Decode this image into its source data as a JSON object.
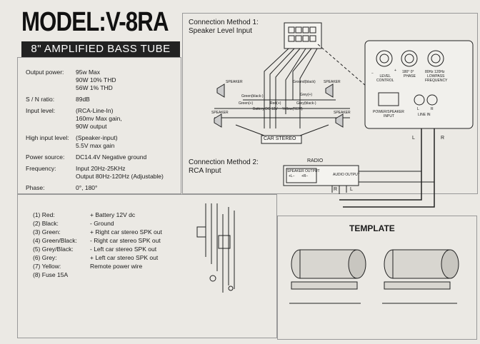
{
  "header": {
    "model": "MODEL:V-8RA",
    "banner": "8\" AMPLIFIED BASS TUBE"
  },
  "specs": [
    {
      "label": "Output power:",
      "values": [
        "95w Max",
        "90W 10% THD",
        "56W 1% THD"
      ]
    },
    {
      "label": "S / N ratio:",
      "values": [
        "89dB"
      ]
    },
    {
      "label": "Input level:",
      "values": [
        "(RCA-Line-In)",
        "160mv Max gain,",
        "90W output"
      ]
    },
    {
      "label": "High input level:",
      "values": [
        "(Speaker-input)",
        "5.5V max gain"
      ]
    },
    {
      "label": "Power source:",
      "values": [
        "DC14.4V Negative ground"
      ]
    },
    {
      "label": "Frequency:",
      "values": [
        "Input 20Hz-25KHz",
        "Output 80Hz-120Hz (Adjustable)"
      ]
    },
    {
      "label": "Phase:",
      "values": [
        "0°, 180°"
      ]
    }
  ],
  "method1": {
    "title": "Connection Method 1:",
    "subtitle": "Speaker Level Input",
    "car_stereo": "CAR STEREO",
    "speaker": "SPEAKER",
    "ground": "Ground(black)",
    "grey_plus": "Grey(+)",
    "green_black": "Green(black-)",
    "red": "Red(+)",
    "battery": "Battery DC 12V",
    "yellow": "Yellow(REM)",
    "grey_black": "Grey(black-)",
    "green_plus": "Green(+)"
  },
  "panel": {
    "level": "LEVEL\nCONTROL",
    "phase_vals": "180°  0°",
    "phase": "PHASE",
    "lp_vals": "80Hz  120Hz",
    "lowpass": "LOWPASS",
    "frequency": "FREQUENCY",
    "minus": "−",
    "plus": "+",
    "power": "POWER/SPEAKER",
    "input": "INPUT",
    "l": "L",
    "r": "R",
    "line_in": "LINE IN"
  },
  "method2": {
    "title": "Connection Method 2:",
    "subtitle": "RCA Input",
    "radio": "RADIO",
    "speaker_output": "SPEAKER  OUTPUT",
    "spk_l": "+L−",
    "spk_r": "+R−",
    "audio_output": "AUDIO  OUTPUT",
    "r": "R",
    "l": "L"
  },
  "wires": [
    {
      "n": "(1) Red:",
      "d": "+ Battery 12V dc"
    },
    {
      "n": "(2) Black:",
      "d": "- Ground"
    },
    {
      "n": "(3) Green:",
      "d": "+ Right car stereo SPK out"
    },
    {
      "n": "(4) Green/Black:",
      "d": "- Right car stereo SPK out"
    },
    {
      "n": "(5) Grey/Black:",
      "d": "- Left car stereo SPK out"
    },
    {
      "n": "(6) Grey:",
      "d": "+ Left car stereo SPK out"
    },
    {
      "n": "(7) Yellow:",
      "d": "Remote power wire"
    },
    {
      "n": "(8) Fuse 15A",
      "d": ""
    }
  ],
  "template": {
    "title": "TEMPLATE"
  }
}
